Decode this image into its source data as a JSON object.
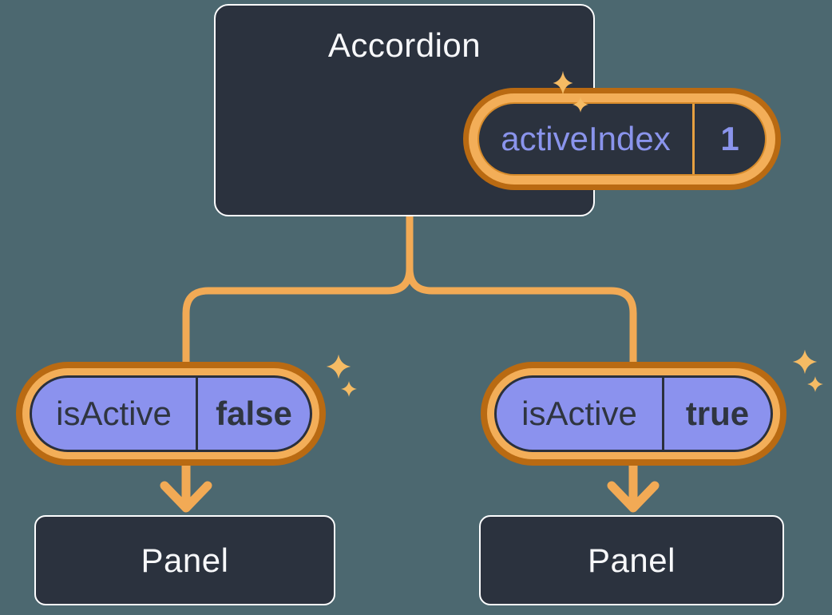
{
  "diagram": {
    "parent": {
      "title": "Accordion",
      "state": {
        "name": "activeIndex",
        "value": "1"
      }
    },
    "children": [
      {
        "prop": {
          "name": "isActive",
          "value": "false"
        },
        "panel": {
          "title": "Panel"
        }
      },
      {
        "prop": {
          "name": "isActive",
          "value": "true"
        },
        "panel": {
          "title": "Panel"
        }
      }
    ]
  },
  "colors": {
    "bg": "#4C6870",
    "slate": "#2B323E",
    "white": "#FCFDFE",
    "purple-fill": "#8B92EE",
    "purple-text": "#8A94EC",
    "navy": "#2A303C",
    "dark-text": "#2F3540",
    "orange-dark": "#B96A12",
    "orange-light": "#F3AE58",
    "orange-line": "#F2AA55",
    "orange-inner": "#D68B2B",
    "orange-divider": "#E6A041",
    "sparkle": "#F5BB64"
  }
}
